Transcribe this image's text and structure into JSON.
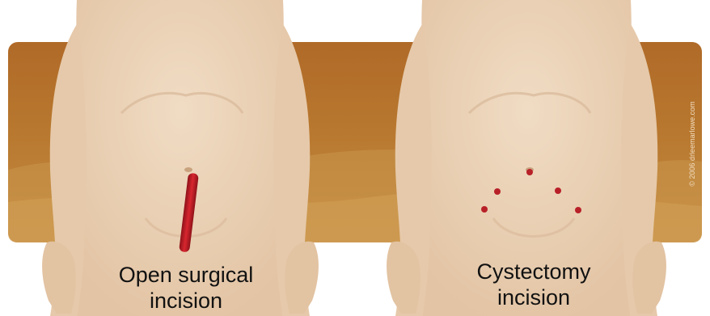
{
  "figure": {
    "left_panel": {
      "caption_line1": "Open surgical",
      "caption_line2": "incision",
      "incision_type": "single-long-vertical-incision"
    },
    "right_panel": {
      "caption_line1": "Cystectomy",
      "caption_line2": "incision",
      "incision_type": "five-small-port-incisions"
    },
    "copyright": "© 2006 drleemarlowe.com",
    "colors": {
      "background_band": "#b0702e",
      "skin": "#ead0b4",
      "incision": "#c8202a",
      "port": "#b82028"
    }
  }
}
